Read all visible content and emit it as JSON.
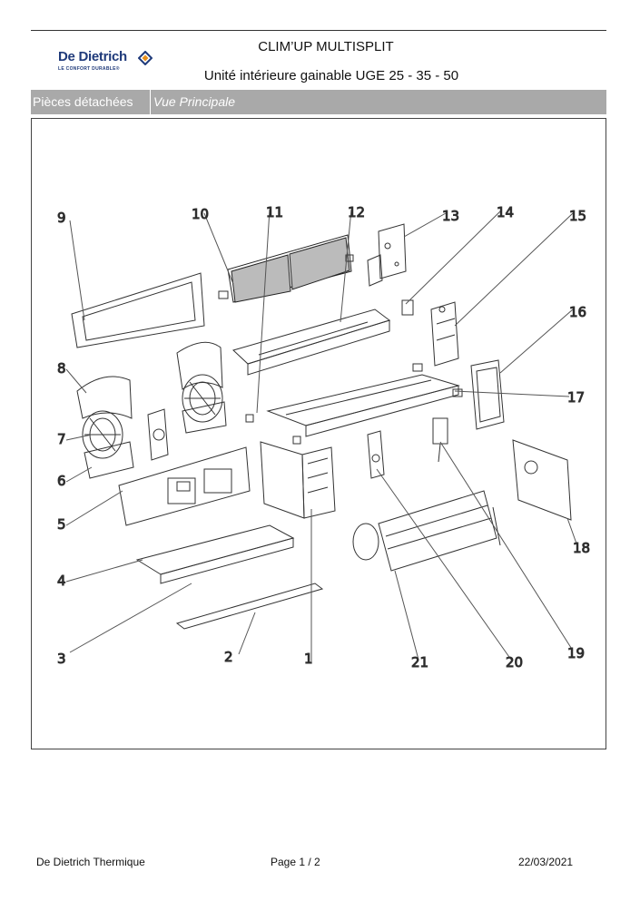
{
  "header": {
    "brand": "De Dietrich",
    "brand_tagline": "LE CONFORT DURABLE®",
    "title": "CLIM’UP MULTISPLIT",
    "subtitle": "Unité intérieure gainable UGE 25 - 35 - 50"
  },
  "section_bar": {
    "left_label": "Pièces détachées",
    "right_label": "Vue Principale"
  },
  "diagram": {
    "callouts": [
      "1",
      "2",
      "3",
      "4",
      "5",
      "6",
      "7",
      "8",
      "9",
      "10",
      "11",
      "12",
      "13",
      "14",
      "15",
      "16",
      "17",
      "18",
      "19",
      "20",
      "21"
    ]
  },
  "footer": {
    "company": "De Dietrich Thermique",
    "page": "Page   1  /  2",
    "date": "22/03/2021"
  }
}
